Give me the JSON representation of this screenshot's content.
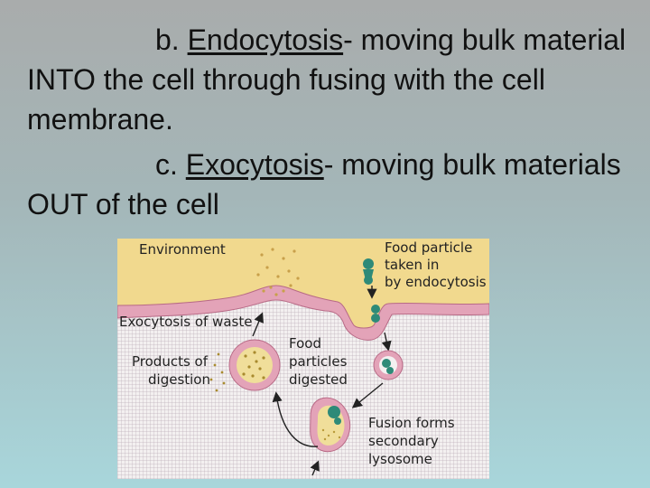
{
  "text": {
    "item_b": {
      "letter": "b.",
      "term": "Endocytosis",
      "rest": "- moving bulk material INTO the cell through fusing with the cell membrane."
    },
    "item_c": {
      "letter": "c.",
      "term": "Exocytosis",
      "rest": "- moving bulk materials OUT of the cell"
    }
  },
  "diagram": {
    "labels": {
      "environment": "Environment",
      "food_particle_line1": "Food particle",
      "food_particle_line2": "taken in",
      "food_particle_line3": "by endocytosis",
      "exocytosis_waste": "Exocytosis of waste",
      "products_line1": "Products of",
      "products_line2": "digestion",
      "food_digested_line1": "Food",
      "food_digested_line2": "particles",
      "food_digested_line3": "digested",
      "fusion_line1": "Fusion forms",
      "fusion_line2": "secondary",
      "fusion_line3": "lysosome"
    },
    "colors": {
      "environment": "#f1d98e",
      "membrane": "#e3a3b8",
      "membrane_edge": "#b86a86",
      "food_particle": "#2e8a78",
      "lysosome_fill": "#f0de9a",
      "arrow": "#222222"
    }
  }
}
